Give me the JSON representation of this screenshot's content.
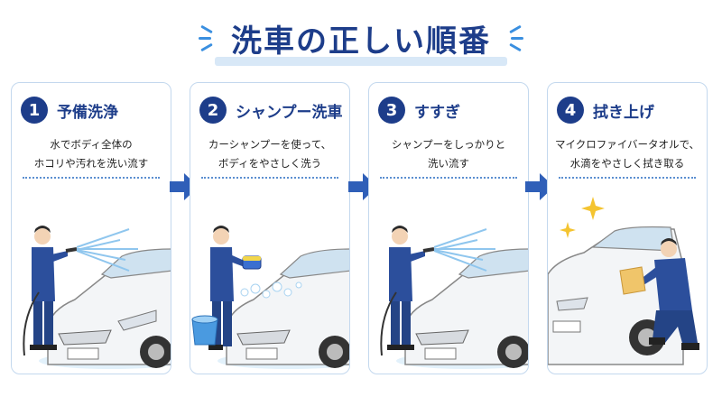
{
  "title": "洗車の正しい順番",
  "steps": [
    {
      "number": "1",
      "title": "予備洗浄",
      "desc": [
        "水でボディ全体の",
        "ホコリや汚れを洗い流す"
      ]
    },
    {
      "number": "2",
      "title": "シャンプー洗車",
      "desc": [
        "カーシャンプーを使って、",
        "ボディをやさしく洗う"
      ]
    },
    {
      "number": "3",
      "title": "すすぎ",
      "desc": [
        "シャンプーをしっかりと",
        "洗い流す"
      ]
    },
    {
      "number": "4",
      "title": "拭き上げ",
      "desc": [
        "マイクロファイバータオルで、",
        "水滴をやさしく拭き取る"
      ]
    }
  ],
  "colors": {
    "primary": "#1d3d8a",
    "arrow": "#2f5fb8",
    "card_border": "#c3d8ee",
    "water": "#8fc6ee"
  },
  "icons": [
    "hose-spray-icon",
    "sponge-icon",
    "bucket-icon",
    "towel-icon",
    "sparkle-icon",
    "arrow-right-icon"
  ]
}
